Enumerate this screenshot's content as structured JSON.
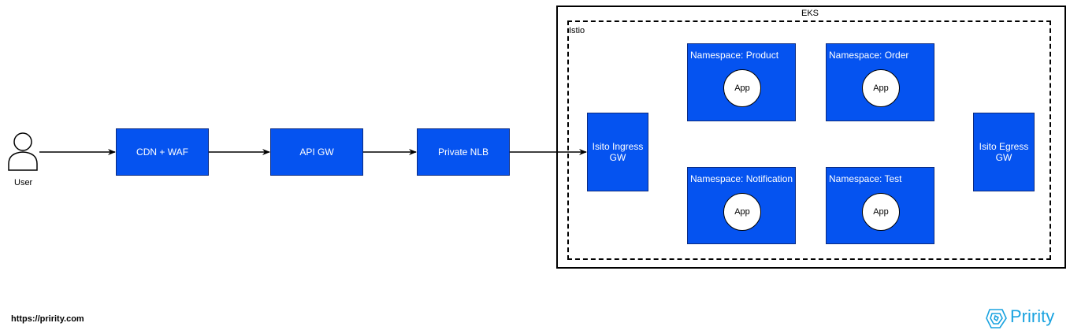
{
  "user": {
    "label": "User"
  },
  "pipeline": {
    "cdn": "CDN + WAF",
    "api": "API GW",
    "nlb": "Private NLB"
  },
  "eks": {
    "label": "EKS"
  },
  "istio": {
    "label": "Istio",
    "ingress_line1": "Isito Ingress",
    "ingress_line2": "GW",
    "egress_line1": "Isito Egress",
    "egress_line2": "GW"
  },
  "namespaces": [
    {
      "label": "Namespace: Product",
      "app": "App"
    },
    {
      "label": "Namespace: Order",
      "app": "App"
    },
    {
      "label": "Namespace: Notification",
      "app": "App"
    },
    {
      "label": "Namespace: Test",
      "app": "App"
    }
  ],
  "footer": {
    "url": "https://pririty.com",
    "brand": "Pririty"
  },
  "colors": {
    "box_fill": "#0553f0",
    "brand": "#1aa3e0"
  }
}
